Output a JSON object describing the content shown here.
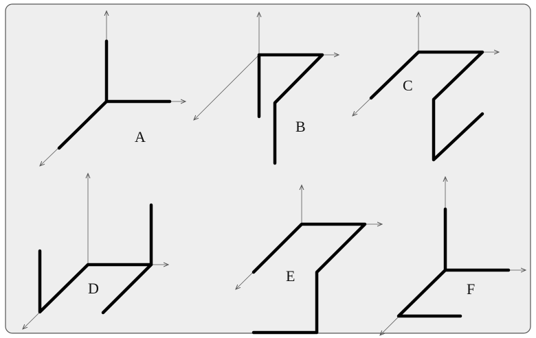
{
  "figure": {
    "panels": [
      {
        "id": "A",
        "label": "A"
      },
      {
        "id": "B",
        "label": "B"
      },
      {
        "id": "C",
        "label": "C"
      },
      {
        "id": "D",
        "label": "D"
      },
      {
        "id": "E",
        "label": "E"
      },
      {
        "id": "F",
        "label": "F"
      }
    ]
  },
  "colors": {
    "background": "#eeeeee",
    "border": "#555555",
    "axis": "#555555",
    "wire": "#000000"
  }
}
